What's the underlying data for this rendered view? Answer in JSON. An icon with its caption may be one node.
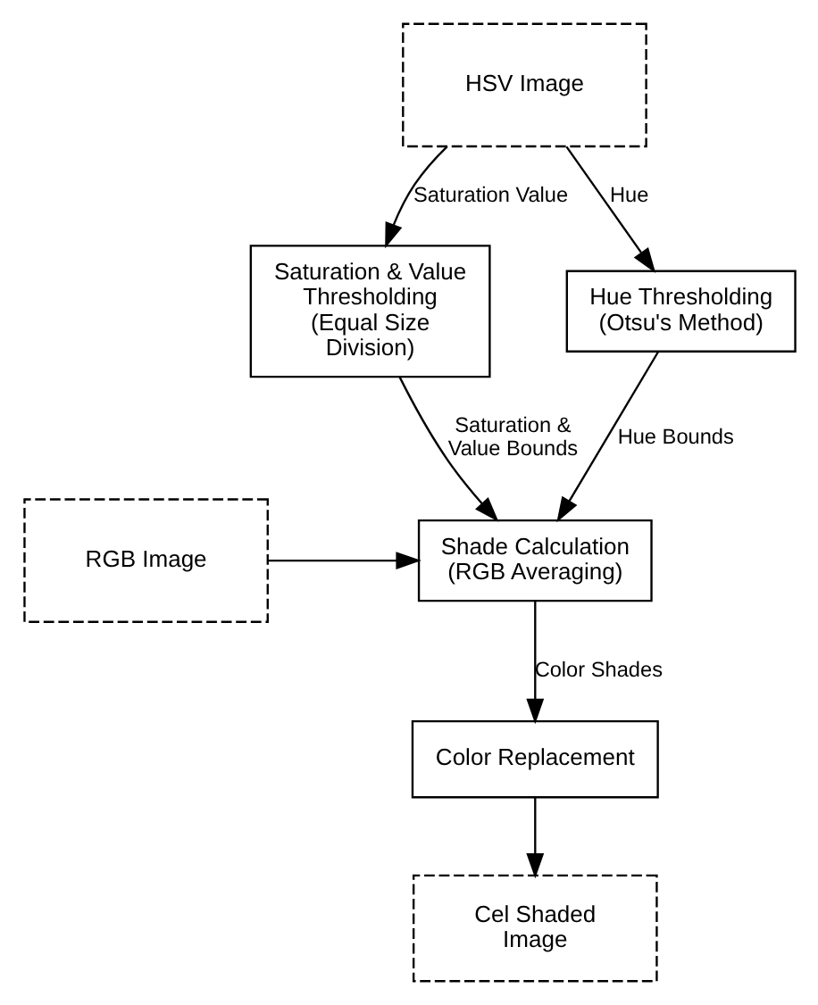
{
  "diagram": {
    "nodes": [
      {
        "text": [
          "HSV Image"
        ]
      },
      {
        "text": [
          "Saturation & Value Thresholding (Equal Size Division)"
        ]
      },
      {
        "text": [
          "Hue Thresholding (Otsu's Method)"
        ]
      },
      {
        "text": [
          "RGB Image"
        ]
      },
      {
        "text": [
          "Shade Calculation (RGB Averaging)"
        ]
      },
      {
        "text": [
          "Color Replacement"
        ]
      },
      {
        "text": [
          "Cel Shaded Image"
        ]
      }
    ],
    "edges": [
      {
        "from": 0,
        "to": 1,
        "arrow": "to",
        "label": "Saturation Value"
      },
      {
        "from": 0,
        "to": 2,
        "arrow": "to",
        "label": "Hue"
      },
      {
        "from": 1,
        "to": 4,
        "arrow": "to",
        "label": "Saturation & Value Bounds"
      },
      {
        "from": 2,
        "to": 4,
        "arrow": "to",
        "label": "Hue Bounds"
      },
      {
        "from": 3,
        "to": 4,
        "arrow": "to"
      },
      {
        "from": 4,
        "to": 5,
        "arrow": "to",
        "label": "Color Shades"
      },
      {
        "from": 5,
        "to": 6,
        "arrow": "to"
      }
    ]
  }
}
